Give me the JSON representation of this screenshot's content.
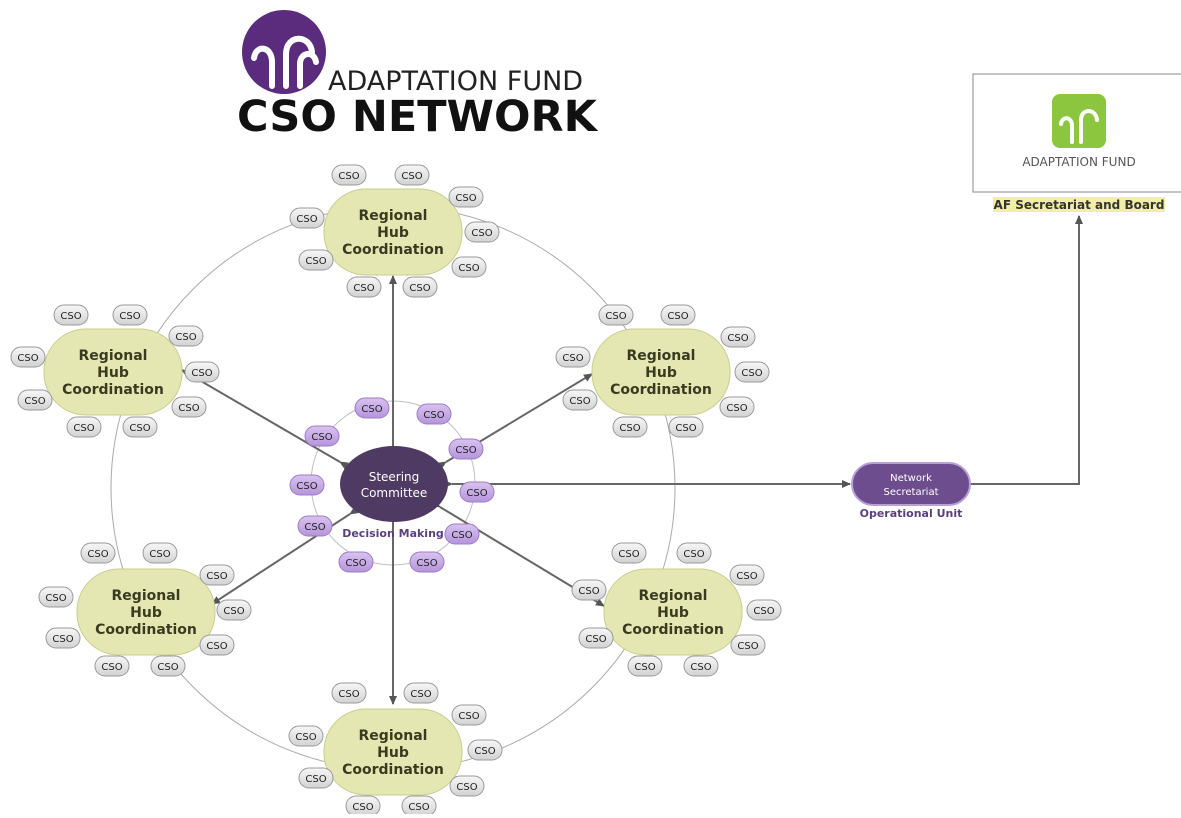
{
  "header_logo": {
    "line1": "ADAPTATION FUND",
    "line2": "CSO NETWORK",
    "brand_color": "#5b2c7e"
  },
  "af_box": {
    "logo_label": "ADAPTATION FUND",
    "caption": "AF Secretariat and Board",
    "logo_color": "#8cc63f"
  },
  "steering": {
    "label_line1": "Steering",
    "label_line2": "Committee",
    "caption": "Decision Making",
    "color": "#4e3a63"
  },
  "network_secretariat": {
    "label_line1": "Network",
    "label_line2": "Secretariat",
    "caption": "Operational Unit",
    "color": "#6e4d8f"
  },
  "hub": {
    "line1": "Regional",
    "line2": "Hub",
    "line3": "Coordination",
    "color": "#e4e7b2"
  },
  "cso_label": "CSO",
  "colors": {
    "inner_cso": "#c3a6e3",
    "outer_cso": "#e6e6e6",
    "arrow": "#666666"
  }
}
